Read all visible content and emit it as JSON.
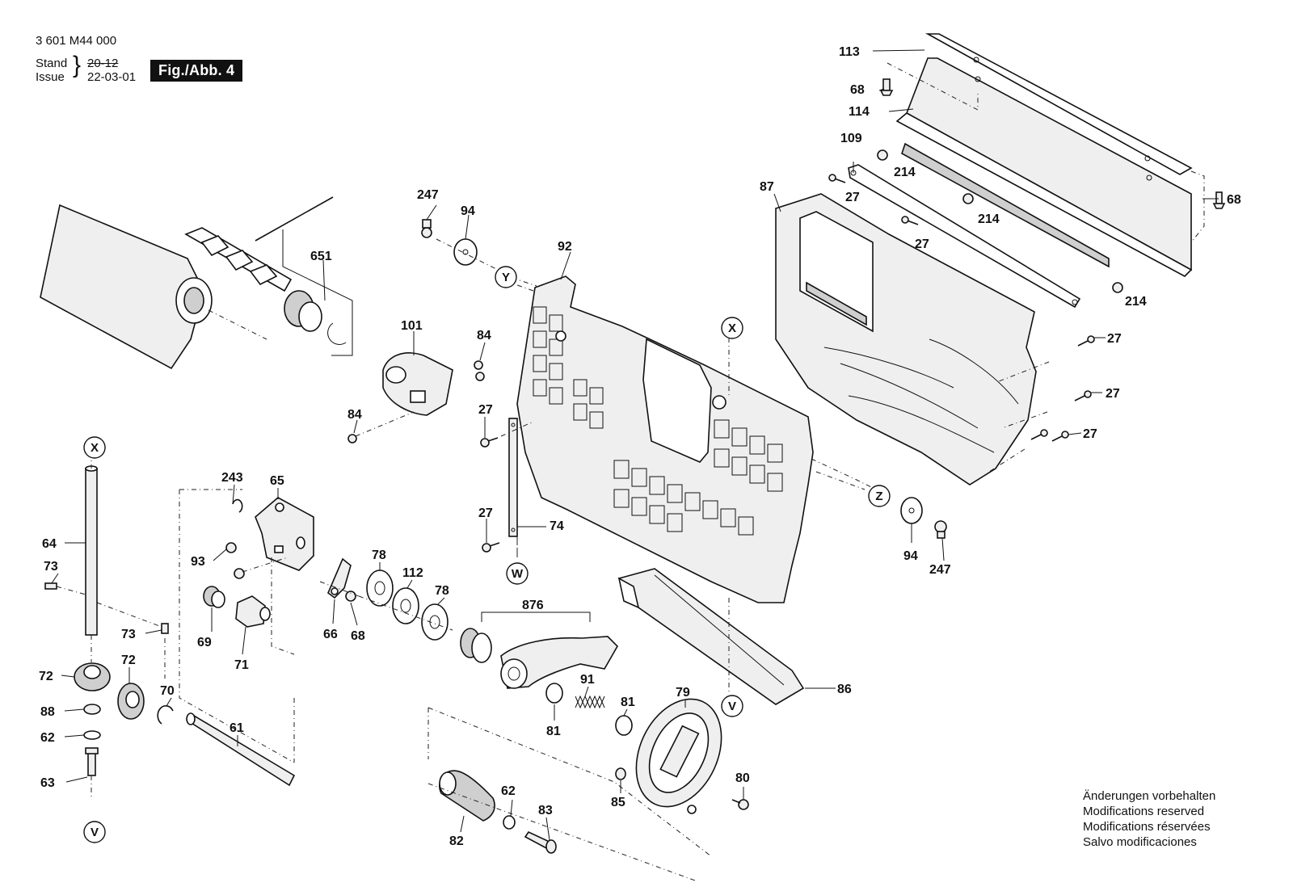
{
  "header": {
    "part_number": "3 601 M44 000",
    "stand_label": "Stand",
    "issue_label": "Issue",
    "stand_value": "20-12",
    "issue_value": "22-03-01",
    "figure_label": "Fig./Abb. 4"
  },
  "notes": [
    "Änderungen vorbehalten",
    "Modifications reserved",
    "Modifications réservées",
    "Salvo modificaciones"
  ],
  "reference_markers": [
    "X",
    "Y",
    "Z",
    "V",
    "W"
  ],
  "part_labels": {
    "p113": "113",
    "p68a": "68",
    "p114": "114",
    "p109": "109",
    "p214a": "214",
    "p87": "87",
    "p27a": "27",
    "p214b": "214",
    "p27b": "27",
    "p68b": "68",
    "p214c": "214",
    "p27c": "27",
    "p27d": "27",
    "p27e": "27",
    "p651": "651",
    "p247a": "247",
    "p94a": "94",
    "p92": "92",
    "p101": "101",
    "p84a": "84",
    "p84b": "84",
    "p27f": "27",
    "p27g": "27",
    "p74": "74",
    "p94b": "94",
    "p247b": "247",
    "p86": "86",
    "p64": "64",
    "p73a": "73",
    "p73b": "73",
    "p72a": "72",
    "p72b": "72",
    "p88": "88",
    "p62a": "62",
    "p63": "63",
    "p70": "70",
    "p61": "61",
    "p243": "243",
    "p65": "65",
    "p93": "93",
    "p69": "69",
    "p71": "71",
    "p66": "66",
    "p68c": "68",
    "p78a": "78",
    "p112": "112",
    "p78b": "78",
    "p876": "876",
    "p91": "91",
    "p81a": "81",
    "p81b": "81",
    "p79": "79",
    "p80": "80",
    "p85": "85",
    "p62b": "62",
    "p83": "83",
    "p82": "82"
  }
}
